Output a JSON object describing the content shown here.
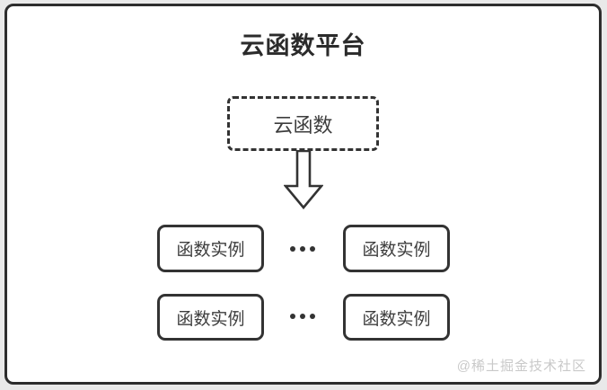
{
  "colors": {
    "page_background": "#e9e9e9",
    "panel_background": "#ffffff",
    "border_dark": "#2d2d2d",
    "shape_border": "#333333",
    "text_dark": "#2b2b2b",
    "text_label": "#3d3d3d",
    "watermark_gray": "#c9c9c9"
  },
  "diagram": {
    "title": "云函数平台",
    "cloud_function": {
      "label": "云函数"
    },
    "instances": [
      {
        "label": "函数实例"
      },
      {
        "label": "函数实例"
      },
      {
        "label": "函数实例"
      },
      {
        "label": "函数实例"
      }
    ]
  },
  "watermark": {
    "text": "@稀土掘金技术社区"
  }
}
